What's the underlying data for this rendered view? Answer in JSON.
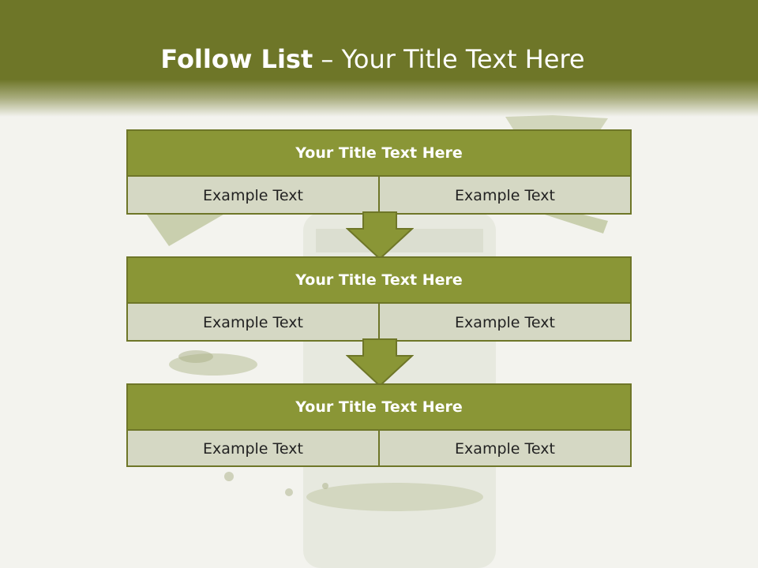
{
  "slide": {
    "title_bold": "Follow List",
    "title_rest": " – Your Title Text Here"
  },
  "steps": [
    {
      "title": "Your Title Text Here",
      "left": "Example Text",
      "right": "Example Text"
    },
    {
      "title": "Your Title Text Here",
      "left": "Example Text",
      "right": "Example Text"
    },
    {
      "title": "Your Title Text Here",
      "left": "Example Text",
      "right": "Example Text"
    }
  ],
  "colors": {
    "header": "#6e7628",
    "box_title": "#8a9636",
    "box_body": "#d5d8c4",
    "border": "#6e7628"
  }
}
